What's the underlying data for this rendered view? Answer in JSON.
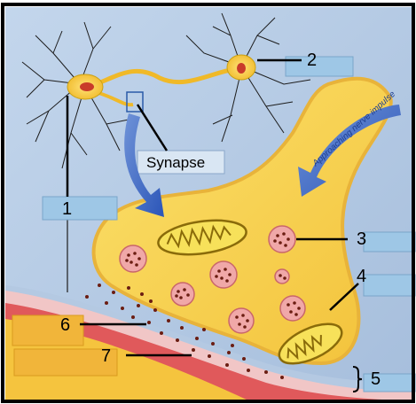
{
  "diagram": {
    "synapse_label": "Synapse",
    "impulse_label": "Approaching nerve impulse",
    "numbers": {
      "n1": "1",
      "n2": "2",
      "n3": "3",
      "n4": "4",
      "n5": "5",
      "n6": "6",
      "n7": "7"
    }
  },
  "colors": {
    "frame": "#000000",
    "background": "#b9cde6",
    "neuron_body": "#f5c936",
    "neuron_edge": "#caa013",
    "nucleus": "#c93b2a",
    "membrane": "#f1c6c6",
    "cleft_band": "#b4c9e2",
    "postsynaptic_red": "#e0595b",
    "vesicle_fill": "#f0a8a8",
    "neurotransmitter": "#6b1d12",
    "label_box_blue": "#9ec7e6",
    "label_box_orange": "#f1b53a",
    "big_arrow": "#2f63c8"
  }
}
